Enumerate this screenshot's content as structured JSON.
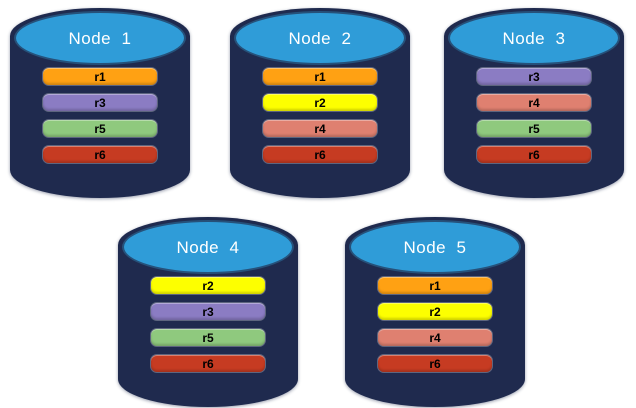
{
  "colors": {
    "background": "#FFFFFF",
    "cylinder_body": "#1F2A4E",
    "cylinder_top": "#2F9CD8",
    "cylinder_top_border": "#26517A",
    "title_text": "#FFFFFF",
    "replica_label_text": "#000000",
    "replicas": {
      "r1": "#FFA113",
      "r2": "#FDFF00",
      "r3": "#8B7CC3",
      "r4": "#DF8070",
      "r5": "#8FC97E",
      "r6": "#C63B22"
    }
  },
  "nodes": [
    {
      "title": "Node  1",
      "replicas": [
        "r1",
        "r3",
        "r5",
        "r6"
      ]
    },
    {
      "title": "Node  2",
      "replicas": [
        "r1",
        "r2",
        "r4",
        "r6"
      ]
    },
    {
      "title": "Node  3",
      "replicas": [
        "r3",
        "r4",
        "r5",
        "r6"
      ]
    },
    {
      "title": "Node  4",
      "replicas": [
        "r2",
        "r3",
        "r5",
        "r6"
      ]
    },
    {
      "title": "Node  5",
      "replicas": [
        "r1",
        "r2",
        "r4",
        "r6"
      ]
    }
  ]
}
